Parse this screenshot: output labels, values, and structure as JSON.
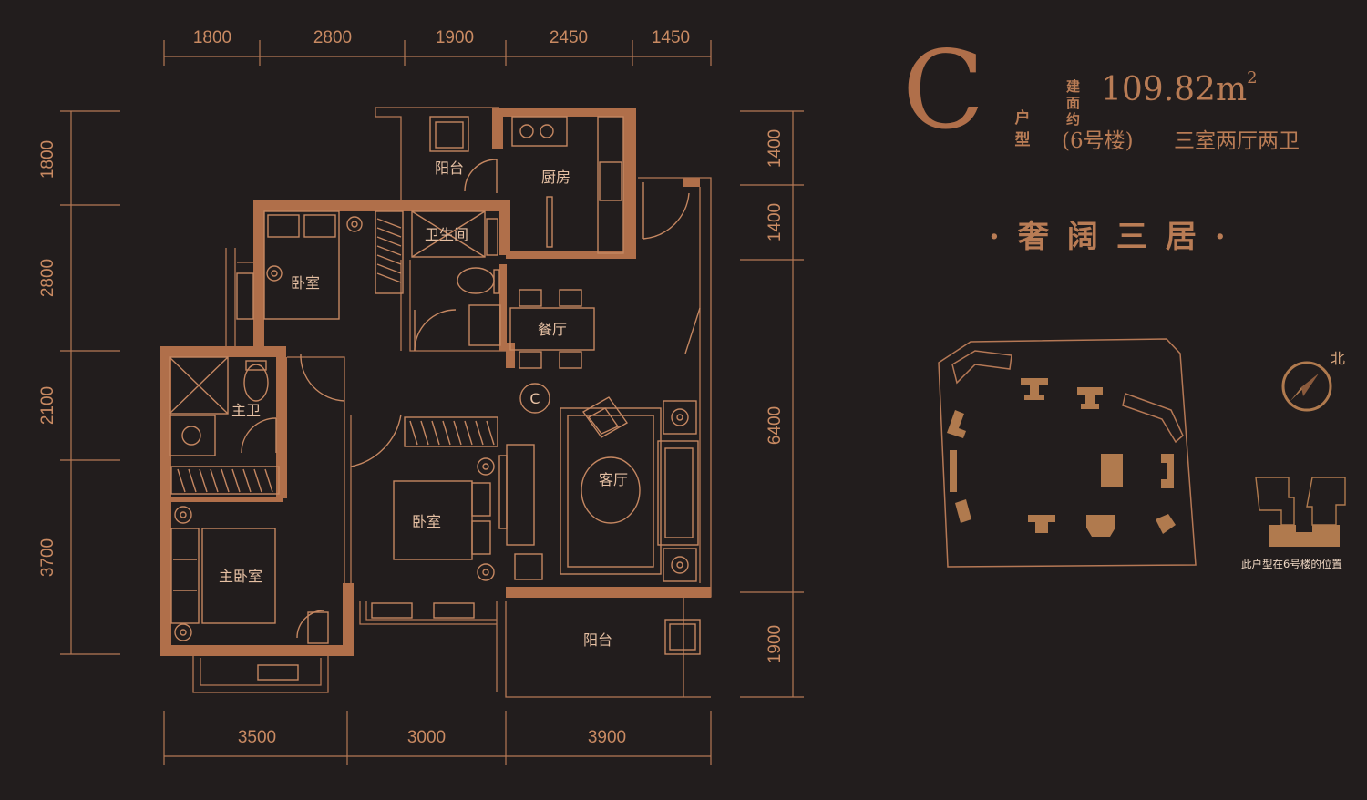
{
  "unit": {
    "letter": "C",
    "type_label": "户型",
    "area_label": "建面约",
    "area_value": "109.82m",
    "area_exp": "2",
    "building": "(6号楼)",
    "layout": "三室两厅两卫",
    "tagline": "·奢阔三居·"
  },
  "dimensions": {
    "top": [
      "1800",
      "2800",
      "1900",
      "2450",
      "1450"
    ],
    "bottom": [
      "3500",
      "3000",
      "3900"
    ],
    "left": [
      "1800",
      "2800",
      "2100",
      "3700"
    ],
    "right": [
      "1400",
      "1400",
      "6400",
      "1900"
    ]
  },
  "rooms": {
    "balcony_north": "阳台",
    "kitchen": "厨房",
    "bathroom": "卫生间",
    "bedroom_a": "卧室",
    "dining": "餐厅",
    "master_bath": "主卫",
    "living": "客厅",
    "bedroom_b": "卧室",
    "master_bedroom": "主卧室",
    "balcony_south": "阳台",
    "unit_marker": "C"
  },
  "site": {
    "north_label": "北",
    "caption": "此户型在6号楼的位置"
  },
  "colors": {
    "background": "#221d1d",
    "accent": "#b06f4a",
    "text": "#b97c55",
    "highlight": "#b07a4e"
  }
}
